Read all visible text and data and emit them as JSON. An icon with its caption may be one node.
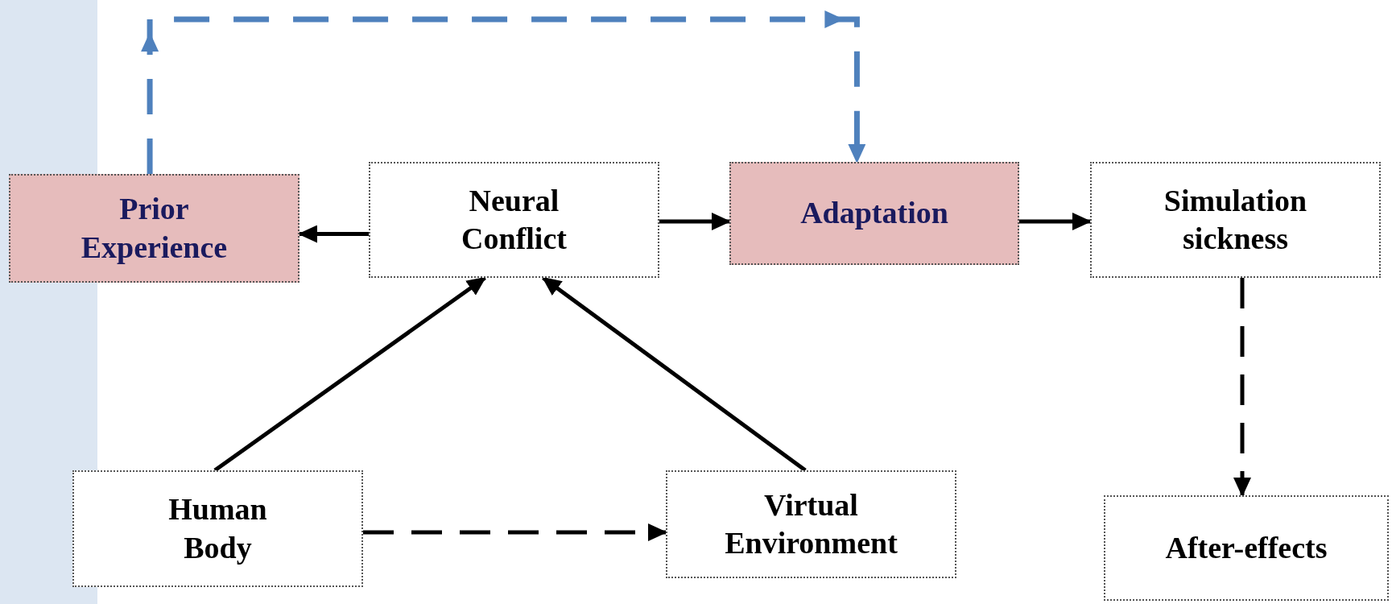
{
  "diagram": {
    "nodes": [
      {
        "text": [
          "Prior Experience"
        ]
      },
      {
        "text": [
          "Neural Conflict"
        ]
      },
      {
        "text": [
          "Adaptation"
        ]
      },
      {
        "text": [
          "Simulation sickness"
        ]
      },
      {
        "text": [
          "Human Body"
        ]
      },
      {
        "text": [
          "Virtual Environment"
        ]
      },
      {
        "text": [
          "After-effects"
        ]
      }
    ],
    "edges": [
      {
        "from": 1,
        "to": 0,
        "arrow": "to"
      },
      {
        "from": 1,
        "to": 2,
        "arrow": "to"
      },
      {
        "from": 2,
        "to": 3,
        "arrow": "to"
      },
      {
        "from": 4,
        "to": 1,
        "arrow": "to"
      },
      {
        "from": 5,
        "to": 1,
        "arrow": "to"
      },
      {
        "from": 4,
        "to": 5,
        "arrow": "to",
        "style": "dashed"
      },
      {
        "from": 3,
        "to": 6,
        "arrow": "to",
        "style": "dashed"
      },
      {
        "from": 0,
        "to": 2,
        "arrow": "to",
        "style": "dashed",
        "color": "#4f81bd"
      }
    ]
  }
}
